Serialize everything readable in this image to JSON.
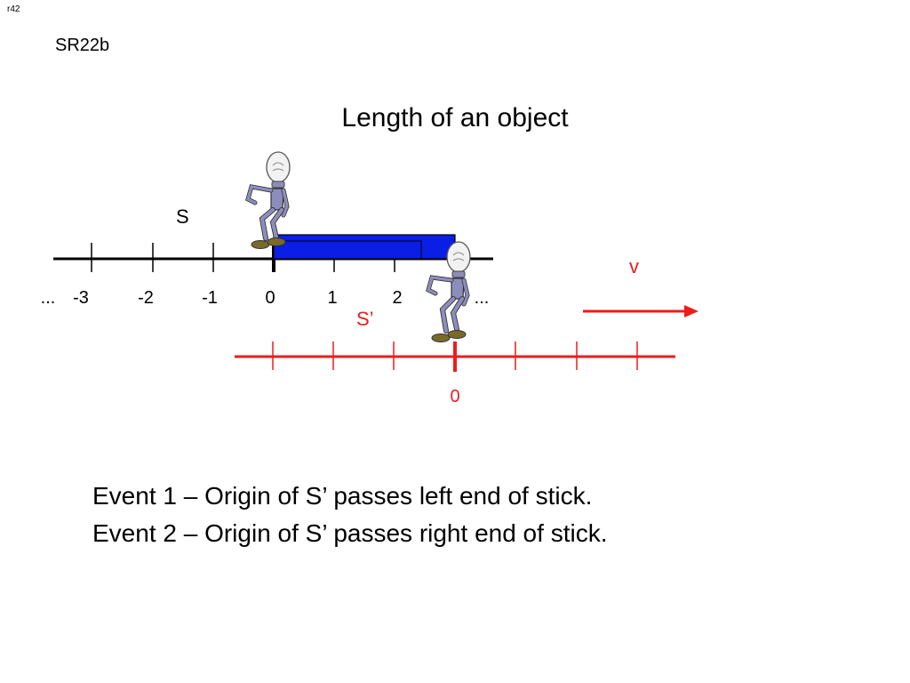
{
  "slide_id": "r42",
  "slide_code": "SR22b",
  "title": "Length of an object",
  "frame_s": {
    "label": "S",
    "tick_labels": [
      "...",
      "-3",
      "-2",
      "-1",
      "0",
      "1",
      "2",
      "..."
    ],
    "color": "#000000"
  },
  "frame_s_prime": {
    "label": "S’",
    "origin_label": "0",
    "color": "#ee1c1c"
  },
  "velocity": {
    "label": "v",
    "color": "#ee1c1c"
  },
  "stick": {
    "color": "#0a1ee6"
  },
  "events": [
    "Event 1 – Origin of S’ passes left end of stick.",
    "Event 2 – Origin of S’ passes right end of stick."
  ]
}
